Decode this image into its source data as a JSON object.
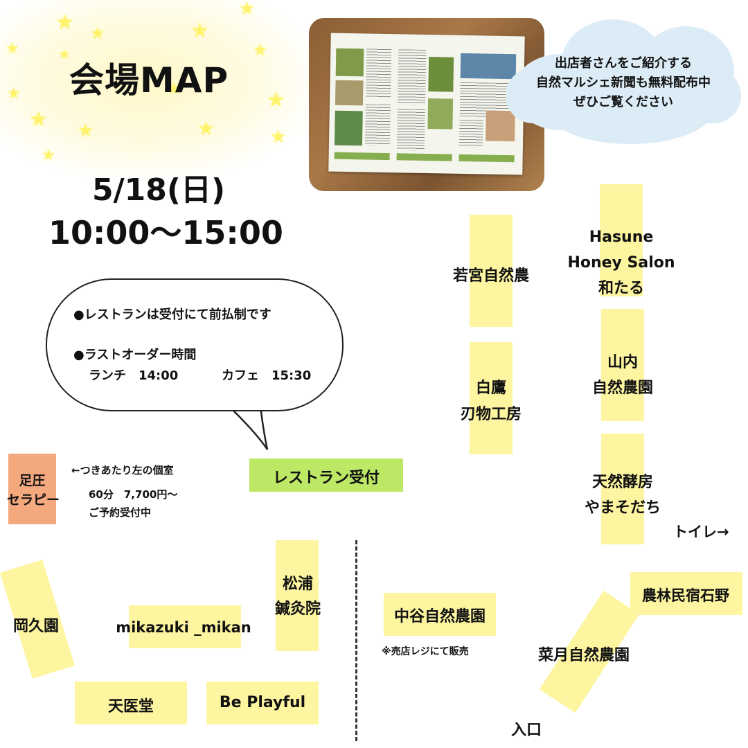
{
  "header": {
    "title": "会場MAP",
    "date": "5/18(日)",
    "time": "10:00〜15:00"
  },
  "cloud": {
    "line1": "出店者さんをご紹介する",
    "line2": "自然マルシェ新聞も無料配布中",
    "line3": "ぜひご覧ください"
  },
  "bubble": {
    "line1": "●レストランは受付にて前払制です",
    "line2": "●ラストオーダー時間",
    "lunch": "ランチ　14:00",
    "cafe": "カフェ　15:30"
  },
  "therapy": {
    "label_line1": "足圧",
    "label_line2": "セラピー",
    "note1": "←つきあたり左の個室",
    "note2": "60分　7,700円〜",
    "note3": "ご予約受付中"
  },
  "restaurant_reception": "レストラン受付",
  "booths": {
    "wakamiya": "若宮自然農",
    "hasune_line1": "Hasune",
    "hasune_line2": "Honey Salon",
    "hasune_line3": "和たる",
    "shirataka_line1": "白鷹",
    "shirataka_line2": "刃物工房",
    "yamauchi_line1": "山内",
    "yamauchi_line2": "自然農園",
    "tennen_line1": "天然酵房",
    "tennen_line2": "やまそだち",
    "matsuura_line1": "松浦",
    "matsuura_line2": "鍼灸院",
    "okyuen": "岡久園",
    "mikazuki": "mikazuki _mikan",
    "teniido": "天医堂",
    "beplayful": "Be Playful",
    "nakatani": "中谷自然農園",
    "nakatani_note": "※売店レジにて販売",
    "natsuki": "菜月自然農園",
    "norin": "農林民宿石野"
  },
  "signs": {
    "toilet": "トイレ→",
    "entrance": "入口"
  },
  "colors": {
    "booth": "#fdf5a0",
    "reception": "#bde866",
    "therapy": "#f4a87e",
    "cloud": "#dcecf6"
  }
}
